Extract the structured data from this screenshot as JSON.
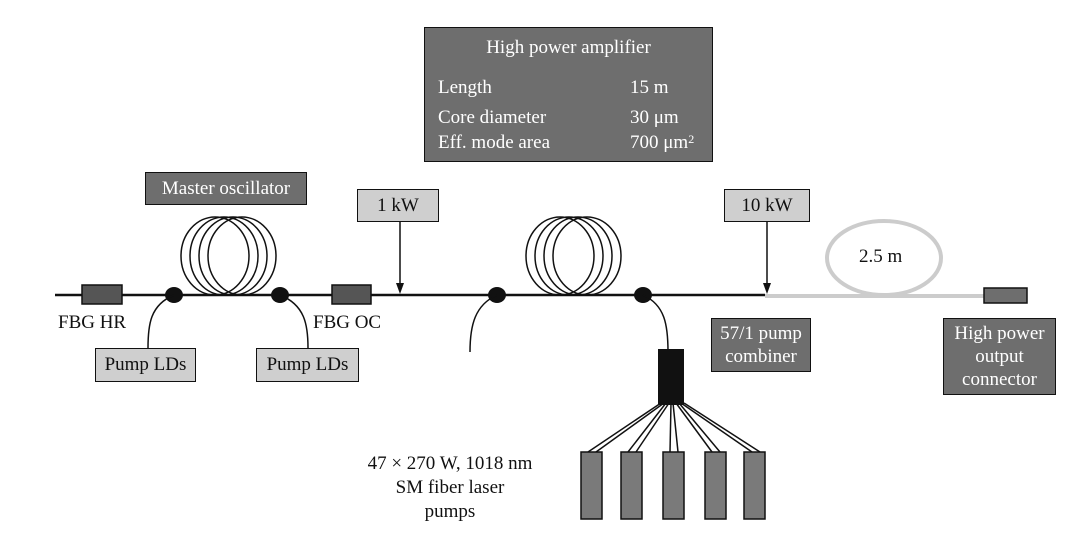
{
  "amplifier": {
    "title": "High power amplifier",
    "rows": [
      {
        "key": "Length",
        "value": "15 m"
      },
      {
        "key": "Core diameter",
        "value": "30 μm"
      },
      {
        "key": "Eff. mode area",
        "value": "700 μm",
        "value_sup": "2"
      }
    ]
  },
  "master_oscillator": "Master oscillator",
  "power_1": "1 kW",
  "power_2": "10 kW",
  "loop_length": "2.5 m",
  "fbg_hr": "FBG HR",
  "fbg_oc": "FBG OC",
  "pump_lds_1": "Pump LDs",
  "pump_lds_2": "Pump LDs",
  "combiner": "57/1 pump combiner",
  "output_connector": "High power output connector",
  "pumps_caption": [
    "47 × 270 W, 1018 nm",
    "SM fiber laser",
    "pumps"
  ],
  "colors": {
    "dark_box": "#6e6e6e",
    "light_box": "#cfcfcf",
    "delivery_fiber": "#cccccc"
  }
}
